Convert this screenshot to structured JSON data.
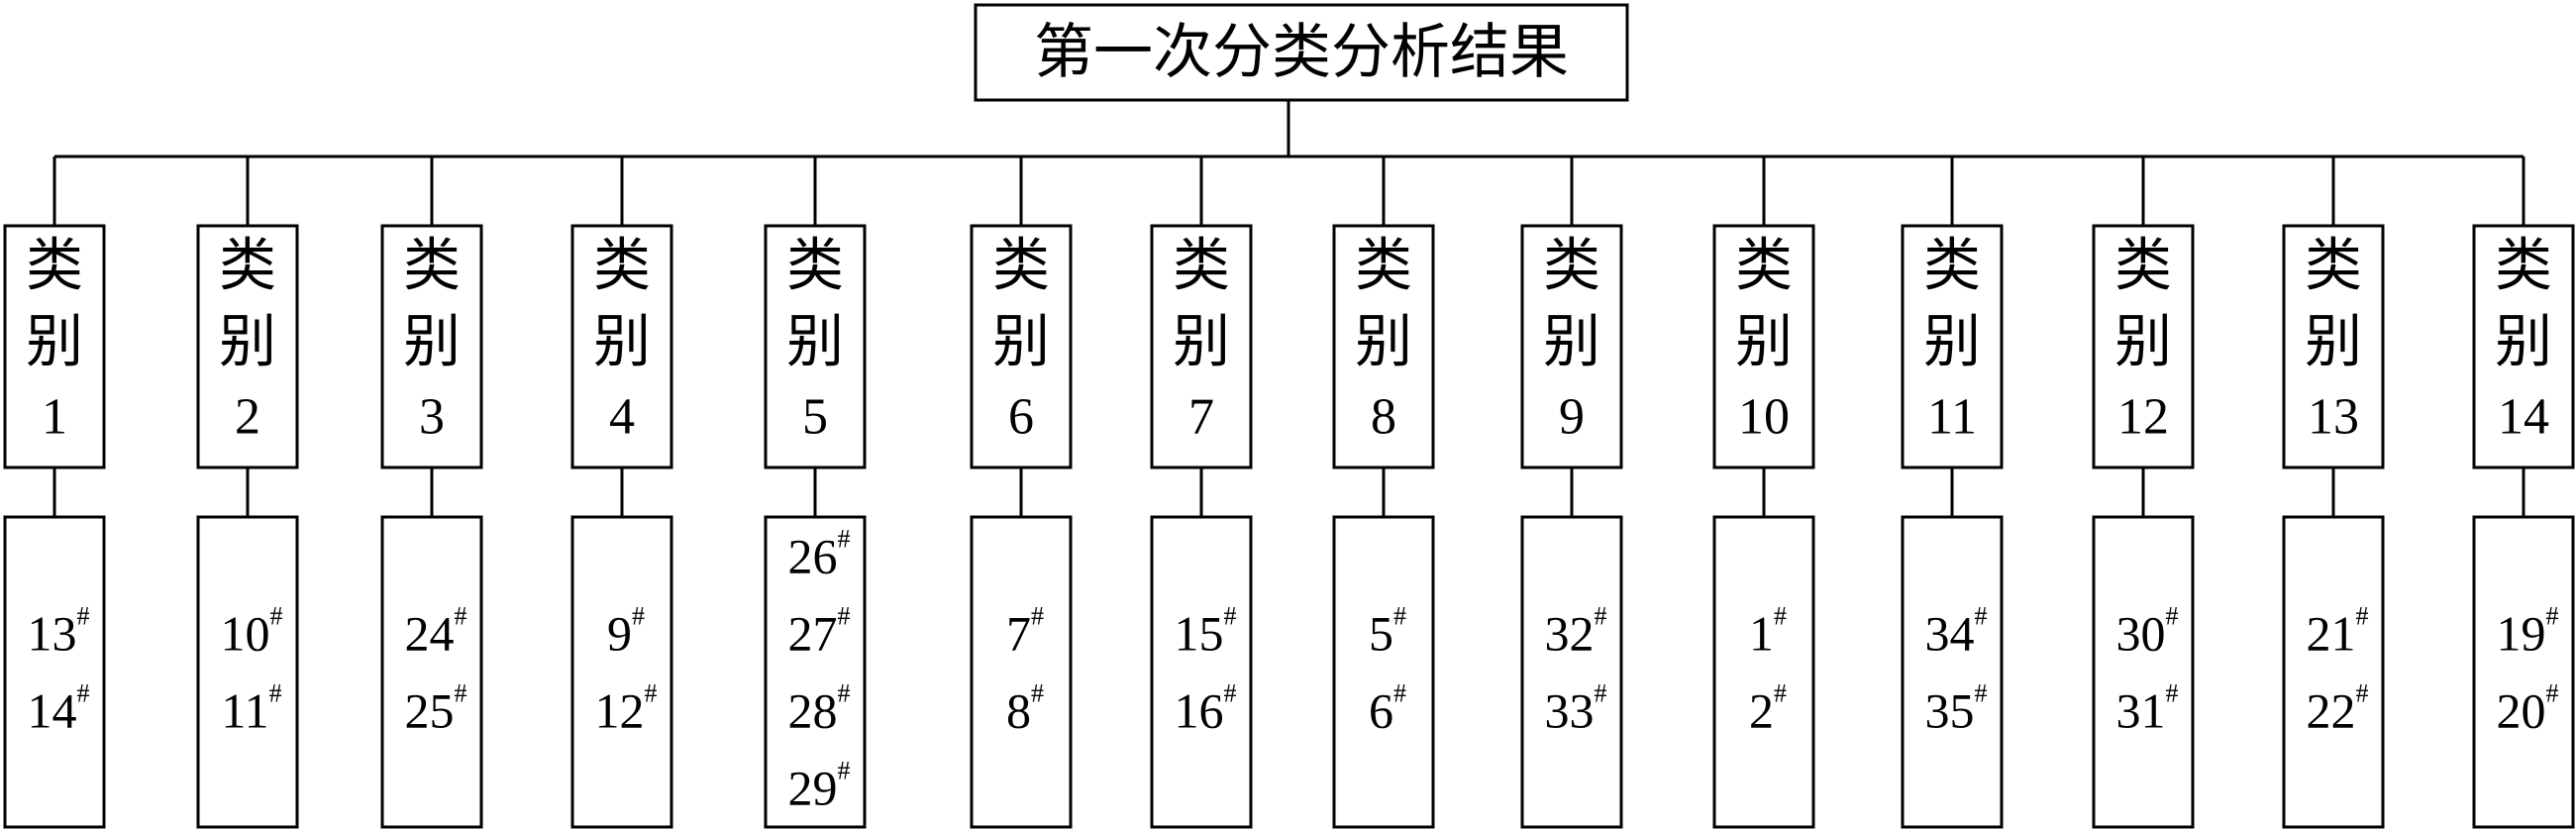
{
  "root_label": "第一次分类分析结果",
  "category_word": [
    "类",
    "别"
  ],
  "superscript": "#",
  "categories": [
    {
      "id": "1",
      "items": [
        "13",
        "14"
      ]
    },
    {
      "id": "2",
      "items": [
        "10",
        "11"
      ]
    },
    {
      "id": "3",
      "items": [
        "24",
        "25"
      ]
    },
    {
      "id": "4",
      "items": [
        "9",
        "12"
      ]
    },
    {
      "id": "5",
      "items": [
        "26",
        "27",
        "28",
        "29"
      ]
    },
    {
      "id": "6",
      "items": [
        "7",
        "8"
      ]
    },
    {
      "id": "7",
      "items": [
        "15",
        "16"
      ]
    },
    {
      "id": "8",
      "items": [
        "5",
        "6"
      ]
    },
    {
      "id": "9",
      "items": [
        "32",
        "33"
      ]
    },
    {
      "id": "10",
      "items": [
        "1",
        "2"
      ]
    },
    {
      "id": "11",
      "items": [
        "34",
        "35"
      ]
    },
    {
      "id": "12",
      "items": [
        "30",
        "31"
      ]
    },
    {
      "id": "13",
      "items": [
        "21",
        "22"
      ]
    },
    {
      "id": "14",
      "items": [
        "19",
        "20"
      ]
    }
  ]
}
